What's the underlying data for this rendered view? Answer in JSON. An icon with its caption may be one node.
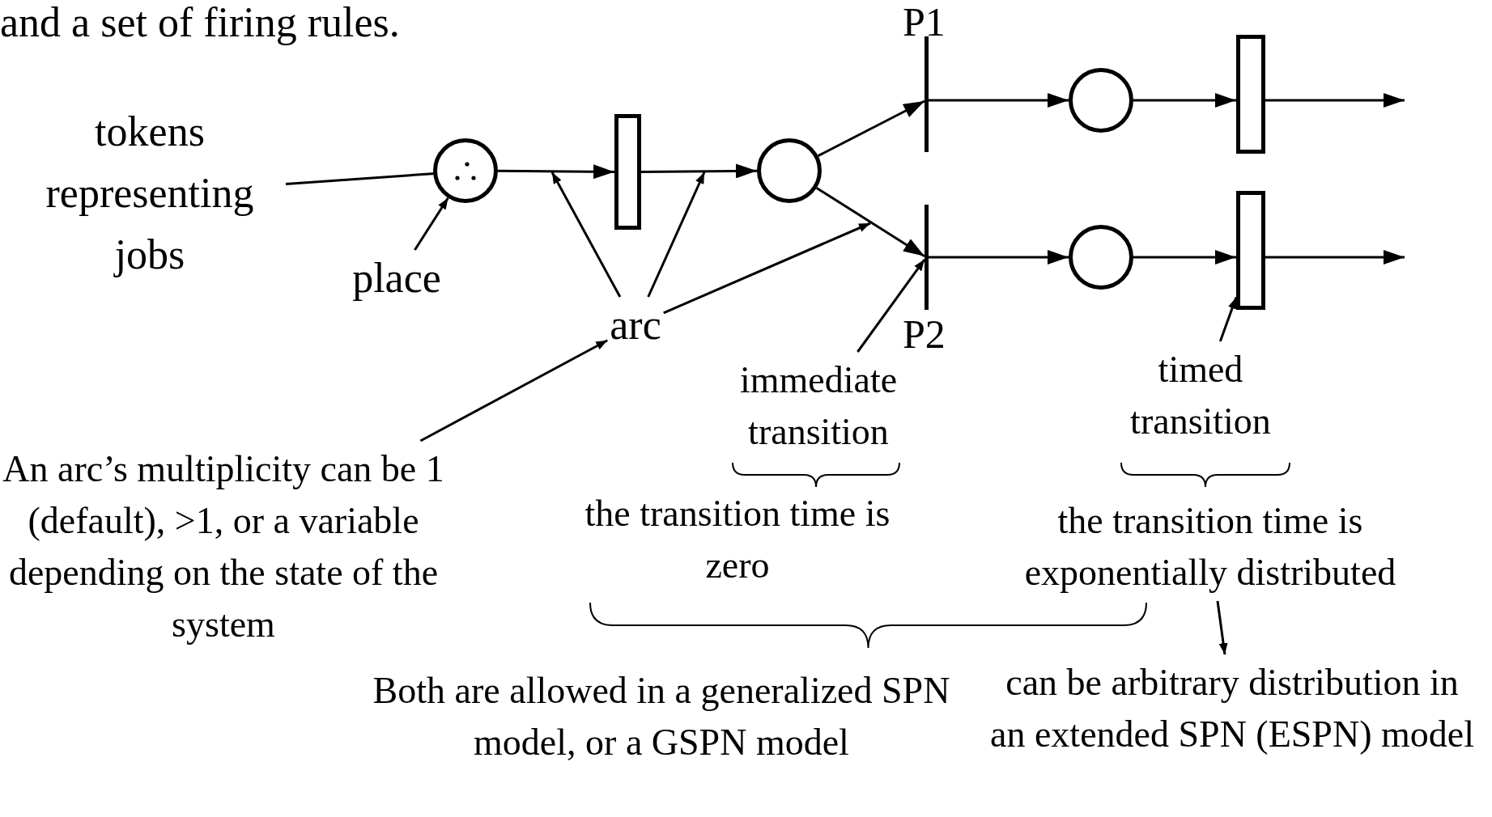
{
  "diagram": {
    "nodes": [
      {
        "text": [],
        "shape": "circle"
      },
      {
        "text": [],
        "shape": "bar"
      },
      {
        "text": [],
        "shape": "circle"
      },
      {
        "text": [],
        "shape": "line",
        "beside": [
          "P1"
        ]
      },
      {
        "text": [],
        "shape": "line",
        "beside": [
          "P2"
        ]
      },
      {
        "text": [],
        "shape": "circle"
      },
      {
        "text": [],
        "shape": "bar"
      },
      {
        "text": [],
        "shape": "circle"
      },
      {
        "text": [],
        "shape": "bar"
      },
      {
        "text": [
          "tokens representing jobs"
        ]
      },
      {
        "text": [
          "place"
        ]
      },
      {
        "text": [
          "arc"
        ]
      },
      {
        "text": [
          "immediate transition"
        ]
      },
      {
        "text": [
          "timed transition"
        ]
      },
      {
        "text": [
          "An arc’s multiplicity can be 1 (default), >1, or a variable depending on the state of the system"
        ]
      },
      {
        "text": [
          "the transition time is exponentially distributed"
        ]
      },
      {
        "text": [
          "can be arbitrary distribution in an extended SPN (ESPN) model"
        ]
      },
      {
        "text": [],
        "shape": "picture",
        "in": 0
      }
    ],
    "edges": [
      {
        "from": 0,
        "to": 1,
        "arrow": "to"
      },
      {
        "from": 1,
        "to": 2,
        "arrow": "to"
      },
      {
        "from": 2,
        "to": 3,
        "arrow": "to"
      },
      {
        "from": 2,
        "to": 4,
        "arrow": "to"
      },
      {
        "from": 3,
        "to": 5,
        "arrow": "to"
      },
      {
        "from": 5,
        "to": 6,
        "arrow": "to"
      },
      {
        "from": 4,
        "to": 7,
        "arrow": "to"
      },
      {
        "from": 7,
        "to": 8,
        "arrow": "to"
      },
      {
        "from": 6,
        "to": null,
        "arrow": "to"
      },
      {
        "from": 8,
        "to": null,
        "arrow": "to"
      },
      {
        "from": 9,
        "to": 17,
        "arrow": "to"
      },
      {
        "from": 10,
        "to": 0,
        "arrow": "to"
      },
      {
        "from": 11,
        "to": null,
        "arrow": "to"
      },
      {
        "from": 11,
        "to": null,
        "arrow": "to"
      },
      {
        "from": 11,
        "to": null,
        "arrow": "to"
      },
      {
        "from": 14,
        "to": 11,
        "arrow": "to"
      },
      {
        "from": 12,
        "to": 4,
        "arrow": "to"
      },
      {
        "from": 13,
        "to": 8,
        "arrow": "to"
      },
      {
        "from": 15,
        "to": 16,
        "arrow": "to"
      }
    ],
    "labels": [
      "and a set of firing rules.",
      "the transition time is zero",
      "Both are allowed in a generalized SPN model, or a GSPN model"
    ]
  }
}
